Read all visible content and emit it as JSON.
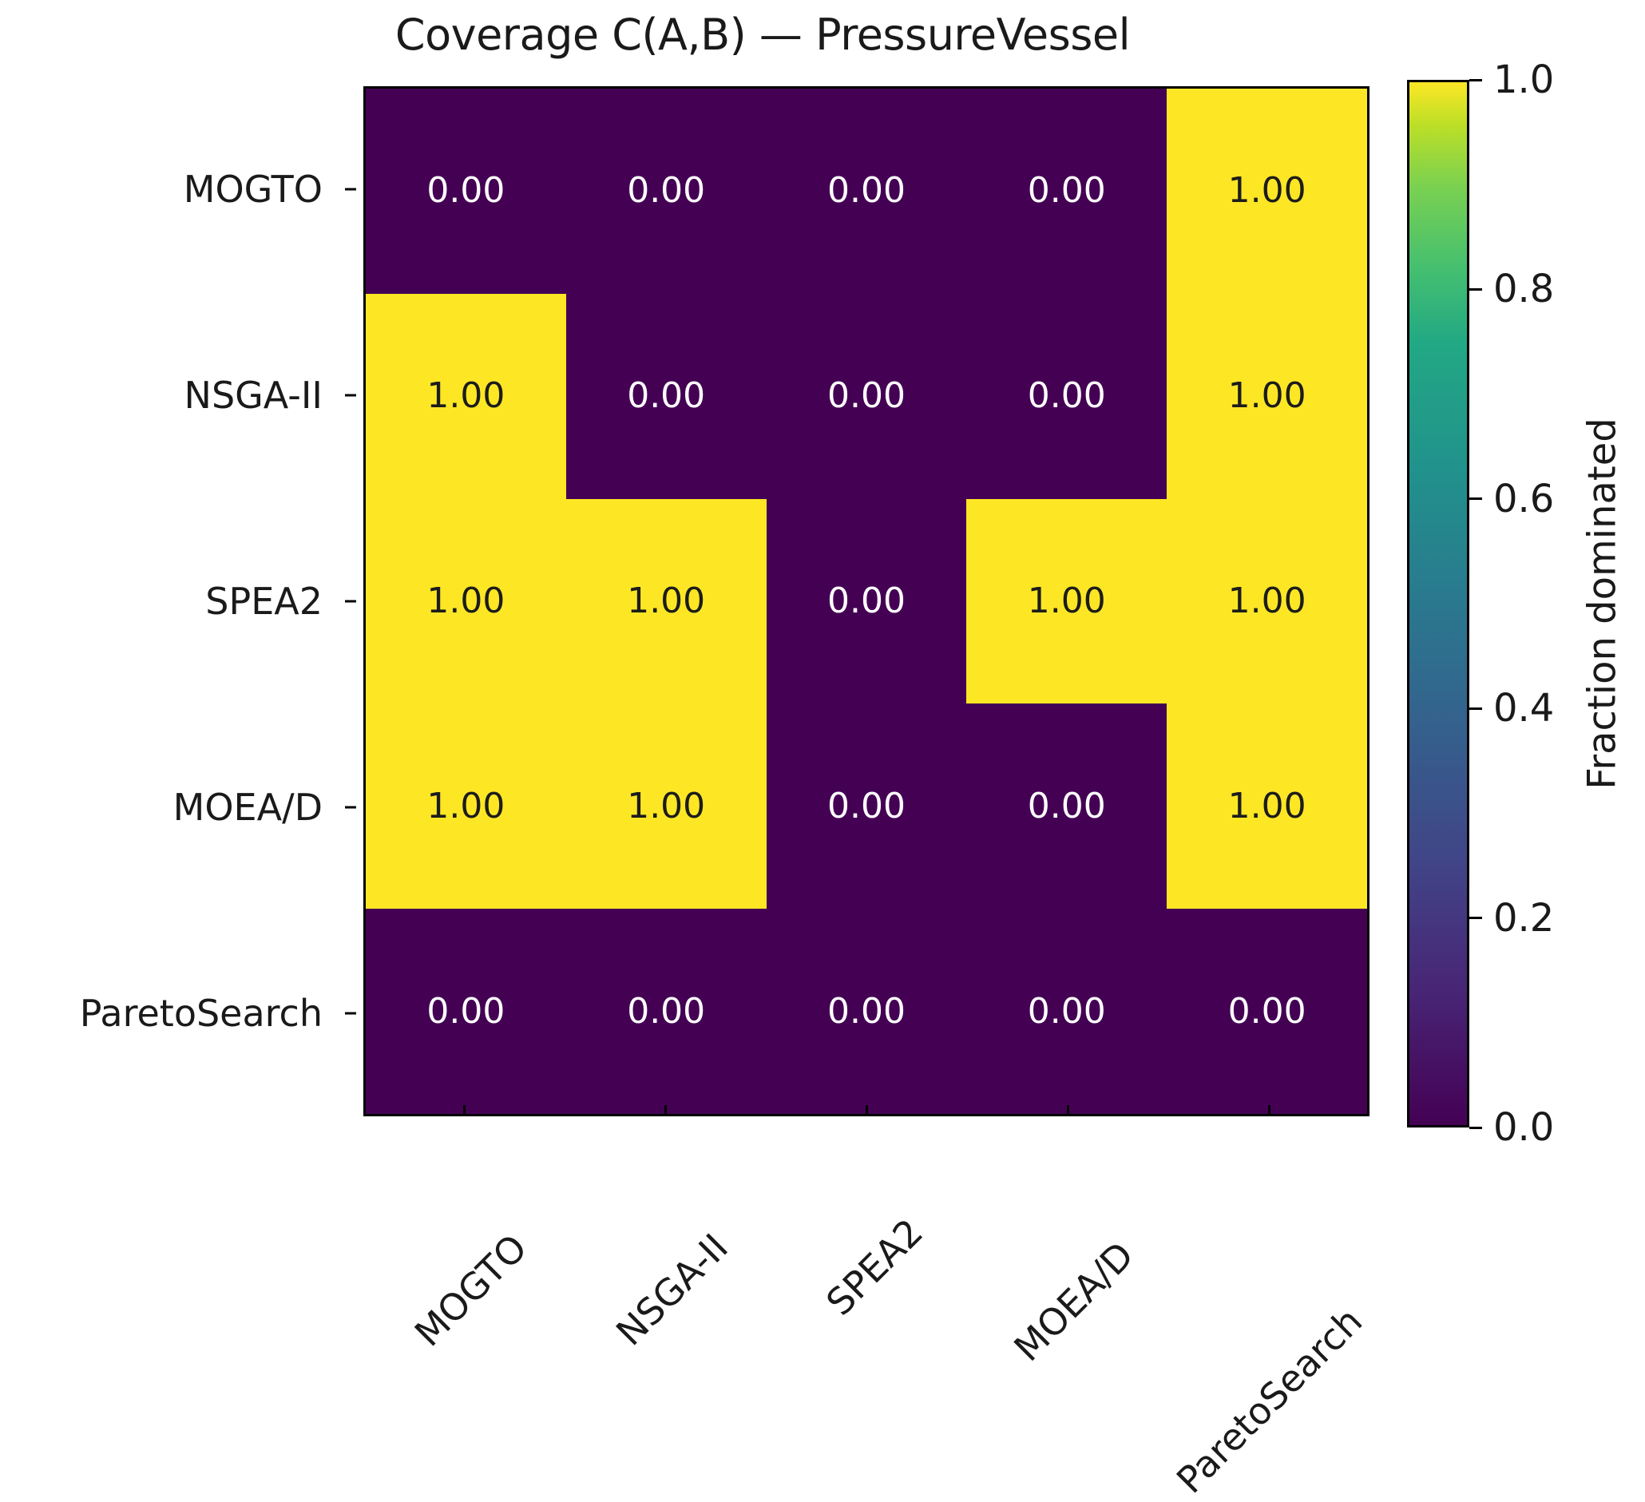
{
  "chart_data": {
    "type": "heatmap",
    "title": "Coverage C(A,B) — PressureVessel",
    "xlabel": "",
    "ylabel": "",
    "row_labels": [
      "MOGTO",
      "NSGA-II",
      "SPEA2",
      "MOEA/D",
      "ParetoSearch"
    ],
    "col_labels": [
      "MOGTO",
      "NSGA-II",
      "SPEA2",
      "MOEA/D",
      "ParetoSearch"
    ],
    "values": [
      [
        0.0,
        0.0,
        0.0,
        0.0,
        1.0
      ],
      [
        1.0,
        0.0,
        0.0,
        0.0,
        1.0
      ],
      [
        1.0,
        1.0,
        0.0,
        1.0,
        1.0
      ],
      [
        1.0,
        1.0,
        0.0,
        0.0,
        1.0
      ],
      [
        0.0,
        0.0,
        0.0,
        0.0,
        0.0
      ]
    ],
    "cell_text": [
      [
        "0.00",
        "0.00",
        "0.00",
        "0.00",
        "1.00"
      ],
      [
        "1.00",
        "0.00",
        "0.00",
        "0.00",
        "1.00"
      ],
      [
        "1.00",
        "1.00",
        "0.00",
        "1.00",
        "1.00"
      ],
      [
        "1.00",
        "1.00",
        "0.00",
        "0.00",
        "1.00"
      ],
      [
        "0.00",
        "0.00",
        "0.00",
        "0.00",
        "0.00"
      ]
    ],
    "colorbar": {
      "label": "Fraction dominated",
      "ticks": [
        "0.0",
        "0.2",
        "0.4",
        "0.6",
        "0.8",
        "1.0"
      ],
      "tick_values": [
        0.0,
        0.2,
        0.4,
        0.6,
        0.8,
        1.0
      ],
      "vmin": 0.0,
      "vmax": 1.0,
      "colormap": "viridis",
      "position": "right"
    },
    "colors": {
      "low": "#440154",
      "high": "#fde725",
      "text_on_dark": "#ffffff",
      "text_on_light": "#1c1c1c",
      "background": "#ffffff",
      "axis": "#000000"
    },
    "grid": false,
    "xtick_rotation": -45
  }
}
